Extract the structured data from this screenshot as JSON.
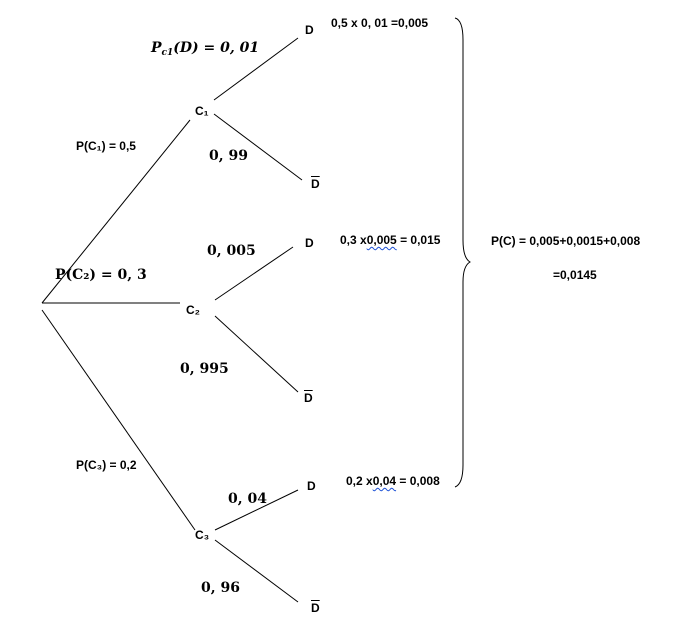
{
  "nodes": {
    "c1": "C₁",
    "c2": "C₂",
    "c3": "C₃",
    "d": "D",
    "dbar": "D"
  },
  "branch_labels": {
    "p_c1": "P(C₁) = 0,5",
    "p_c2": "P(C₂) = 0, 3",
    "p_c3": "P(C₃) = 0,2",
    "pc1_d": "P",
    "pc1_d_sub": "c1",
    "pc1_d_rest": "(D) = 0, 01",
    "c1_dbar": "0, 99",
    "c2_d": "0, 005",
    "c2_dbar": "0, 995",
    "c3_d": "0, 04",
    "c3_dbar": "0, 96"
  },
  "products": {
    "p1": "0,5 x 0, 01 =0,005",
    "p2_a": "0,3 x",
    "p2_b": "0,005",
    "p2_c": " = 0,015",
    "p3_a": "0,2 x",
    "p3_b": "0,04",
    "p3_c": " = 0,008"
  },
  "result": {
    "line1": "P(C) = 0,005+0,0015+0,008",
    "line2": "=0,0145"
  }
}
